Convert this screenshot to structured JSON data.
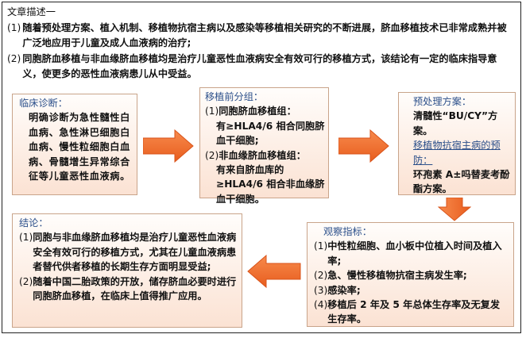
{
  "description": {
    "title": "文章描述一",
    "items": [
      {
        "num": "(1)",
        "text": "随着预处理方案、植入机制、移植物抗宿主病以及感染等移植相关研究的不断进展，脐血移植技术已非常成熟并被广泛地应用于儿童及成人血液病的治疗;"
      },
      {
        "num": "(2)",
        "text": "同胞脐血移植与非血缘脐血移植均是治疗儿童恶性血液病安全有效可行的移植方式，该结论有一定的临床指导意义，使更多的恶性血液病患儿从中受益。"
      }
    ]
  },
  "clinical": {
    "head": "临床诊断：",
    "body": "明确诊断为急性髓性白血病、急性淋巴细胞白血病、慢性粒细胞白血病、骨髓增生异常综合征等儿童恶性血液病。"
  },
  "grouping": {
    "head": "移植前分组：",
    "items": [
      {
        "num": "(1)",
        "title": "同胞脐血移植组：",
        "body": "有≥HLA4/6 相合同胞脐血干细胞;"
      },
      {
        "num": "(2)",
        "title": "非血缘脐血移植组：",
        "body": "有来自脐血库的≥HLA4/6 相合非血缘脐血干细胞。"
      }
    ]
  },
  "pretreatment": {
    "head": "预处理方案：",
    "body": "清髓性“BU/CY”方案。",
    "head2": "移植物抗宿主病的预防：",
    "body2": "环孢素 A±吗替麦考酚酯方案。"
  },
  "observation": {
    "head": "观察指标：",
    "items": [
      {
        "num": "(1)",
        "text": "中性粒细胞、血小板中位植入时间及植入率;"
      },
      {
        "num": "(2)",
        "text": "急、慢性移植物抗宿主病发生率;"
      },
      {
        "num": "(3)",
        "text": "感染率;"
      },
      {
        "num": "(4)",
        "text": "移植后 2 年及 5 年总体生存率及无复发生存率。"
      }
    ]
  },
  "conclusion": {
    "head": "结论：",
    "items": [
      {
        "num": "(1)",
        "text": "同胞与非血缘脐血移植均是治疗儿童恶性血液病安全有效可行的移植方式，尤其在儿童血液病患者替代供者移植的长期生存方面明显受益;"
      },
      {
        "num": "(2)",
        "text": "随着中国二胎政策的开放，储存脐血必要时进行同胞脐血移植，在临床上值得推广应用。"
      }
    ]
  },
  "colors": {
    "arrow": "#f26b2b",
    "box_border": "#c9a48a",
    "heading": "#2b4f8a"
  }
}
